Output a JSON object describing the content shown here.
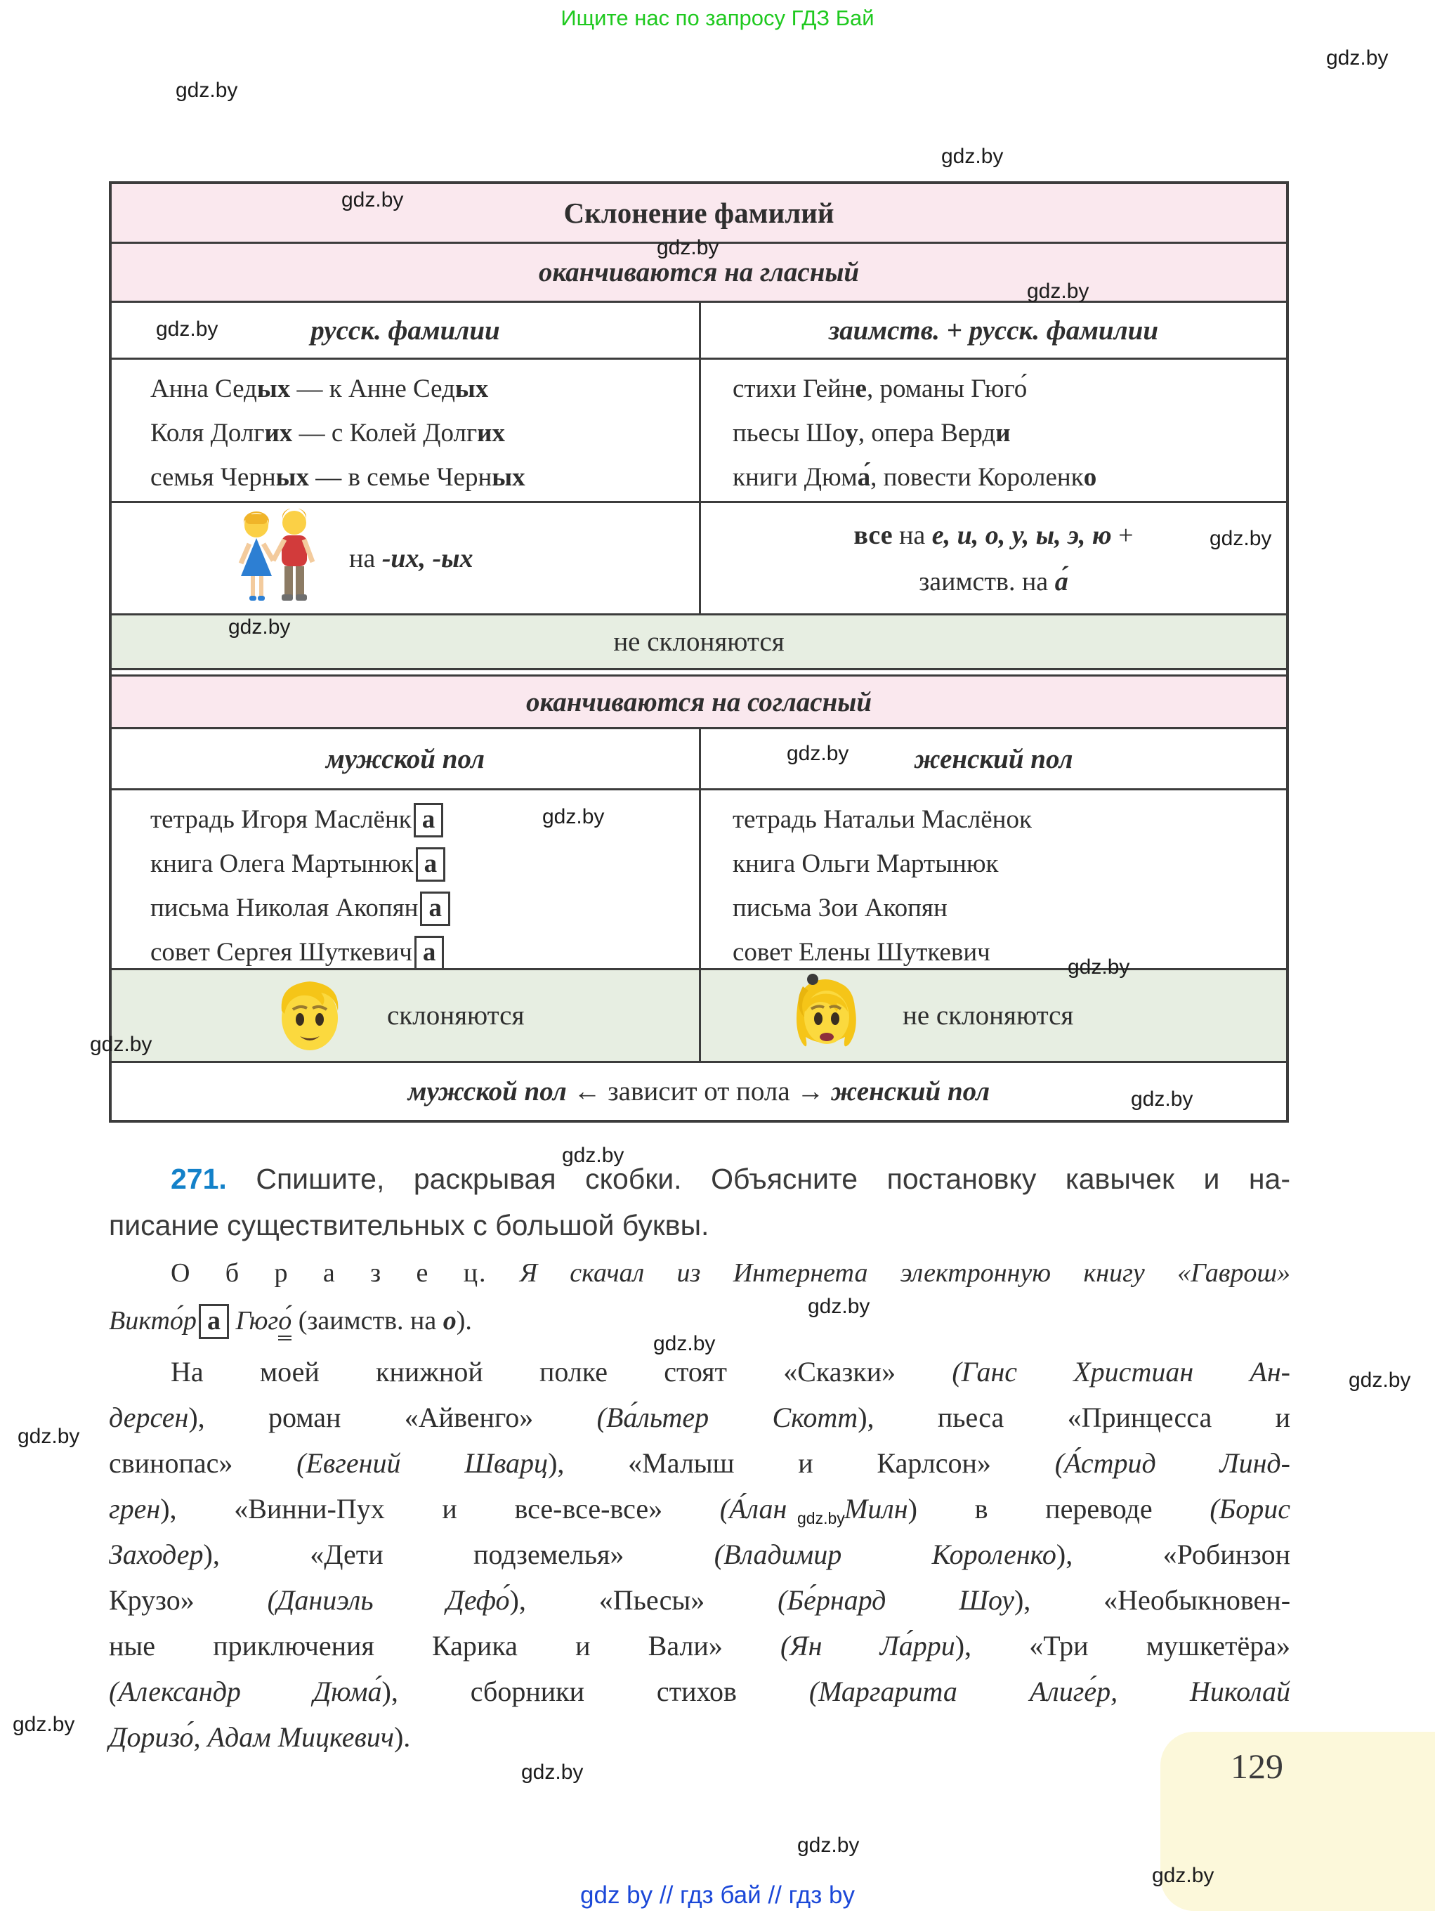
{
  "promo": "Ищите нас по запросу ГДЗ Бай",
  "watermark": "gdz.by",
  "table": {
    "title": "Склонение фамилий",
    "section_vowel": {
      "heading": "оканчиваются на гласный",
      "col1_header": "русск. фамилии",
      "col2_header": "заимств. + русск. фамилии",
      "col1_lines": [
        "Анна Сед{b}ых{/b} — к Анне Сед{b}ых{/b}",
        "Коля Долг{b}их{/b} — с Колей Долг{b}их{/b}",
        "семья Черн{b}ых{/b} — в семье Черн{b}ых{/b}"
      ],
      "col2_lines": [
        "стихи Гейн{b}е{/b}, романы Гюго́",
        "пьесы Шо{b}у{/b}, опера Верд{b}и{/b}",
        "книги Дюм{b}а́{/b}, повести Короленк{b}о{/b}"
      ],
      "col1_rule": "на {bi}-их, -ых{/bi}",
      "col2_rule_lines": [
        "{b}все{/b} на {bi}е, и, о, у, ы, э, ю{/bi} +",
        "заимств. на {bi}а́{/bi}"
      ],
      "result": "не склоняются"
    },
    "section_consonant": {
      "heading": "оканчиваются на согласный",
      "col1_header": "мужской пол",
      "col2_header": "женский пол",
      "col1_lines": [
        "тетрадь Игоря Маслёнк{box}а{/box}",
        "книга Олега Мартынюк{box}а{/box}",
        "письма Николая Акопян{box}а{/box}",
        "совет Сергея Шуткевич{box}а{/box}"
      ],
      "col2_lines": [
        "тетрадь Натальи Маслёнок",
        "книга Ольги Мартынюк",
        "письма Зои Акопян",
        "совет Елены Шуткевич"
      ],
      "col1_result": "склоняются",
      "col2_result": "не склоняются",
      "footer": "{bi}мужской пол{/bi} ← зависит от пола → {bi}женский пол{/bi}"
    }
  },
  "exercise": {
    "number": "271.",
    "instruction_lines": [
      "{num}271.{/num} Спишите, раскрывая скобки. Объясните постановку кавычек и на-",
      "писание существительных с большой буквы."
    ],
    "sample_lines": [
      "{sp}О б р а з е ц.{/sp} {i}Я скачал из Интернета электронную книгу «Гаврош»{/i}",
      "{i}Викто́р{/i}{box}а{/box} {i}Гюг{du}о́{/du}{/i} (заимств. на {bi}о{/bi})."
    ],
    "text_lines": [
      "На моей книжной полке стоят «Сказки» {i}(Ганс Христиан Ан-{/i}",
      "{i}дерсен{/i}), роман «Айвенго» {i}(Ва́льтер Скотт{/i}), пьеса «Принцесса и",
      "свинопас» {i}(Евгений Шварц{/i}), «Малыш и Карлсон» {i}(А́стрид Линд-{/i}",
      "{i}грен{/i}), «Винни-Пух и все-все-все» {i}(А́лан Милн{/i}) в переводе {i}(Борис{/i}",
      "{i}Заходер{/i}), «Дети подземелья» {i}(Владимир Короленко{/i}), «Робинзон",
      "Крузо» {i}(Даниэль Дефо́{/i}), «Пьесы» {i}(Бе́рнард Шоу{/i}), «Необыкновен-",
      "ные приключения Карика и Вали» {i}(Ян Ла́рри{/i}), «Три мушкетёра»",
      "{i}(Александр Дюма́{/i}), сборники стихов {i}(Маргарита Алиге́р, Николай{/i}",
      "{i}Доризо́, Адам Мицкевич{/i})."
    ]
  },
  "page": {
    "number": "129"
  },
  "footer": {
    "links": "gdz by  //  гдз бай  //  гдз by"
  },
  "colors": {
    "pink": "#fae8ee",
    "green": "#e7eee2",
    "accent_blue": "#1381c9",
    "promo_green": "#1fc91f",
    "footer_blue": "#1b48d8",
    "page_tab_yellow": "#fcf8da"
  }
}
